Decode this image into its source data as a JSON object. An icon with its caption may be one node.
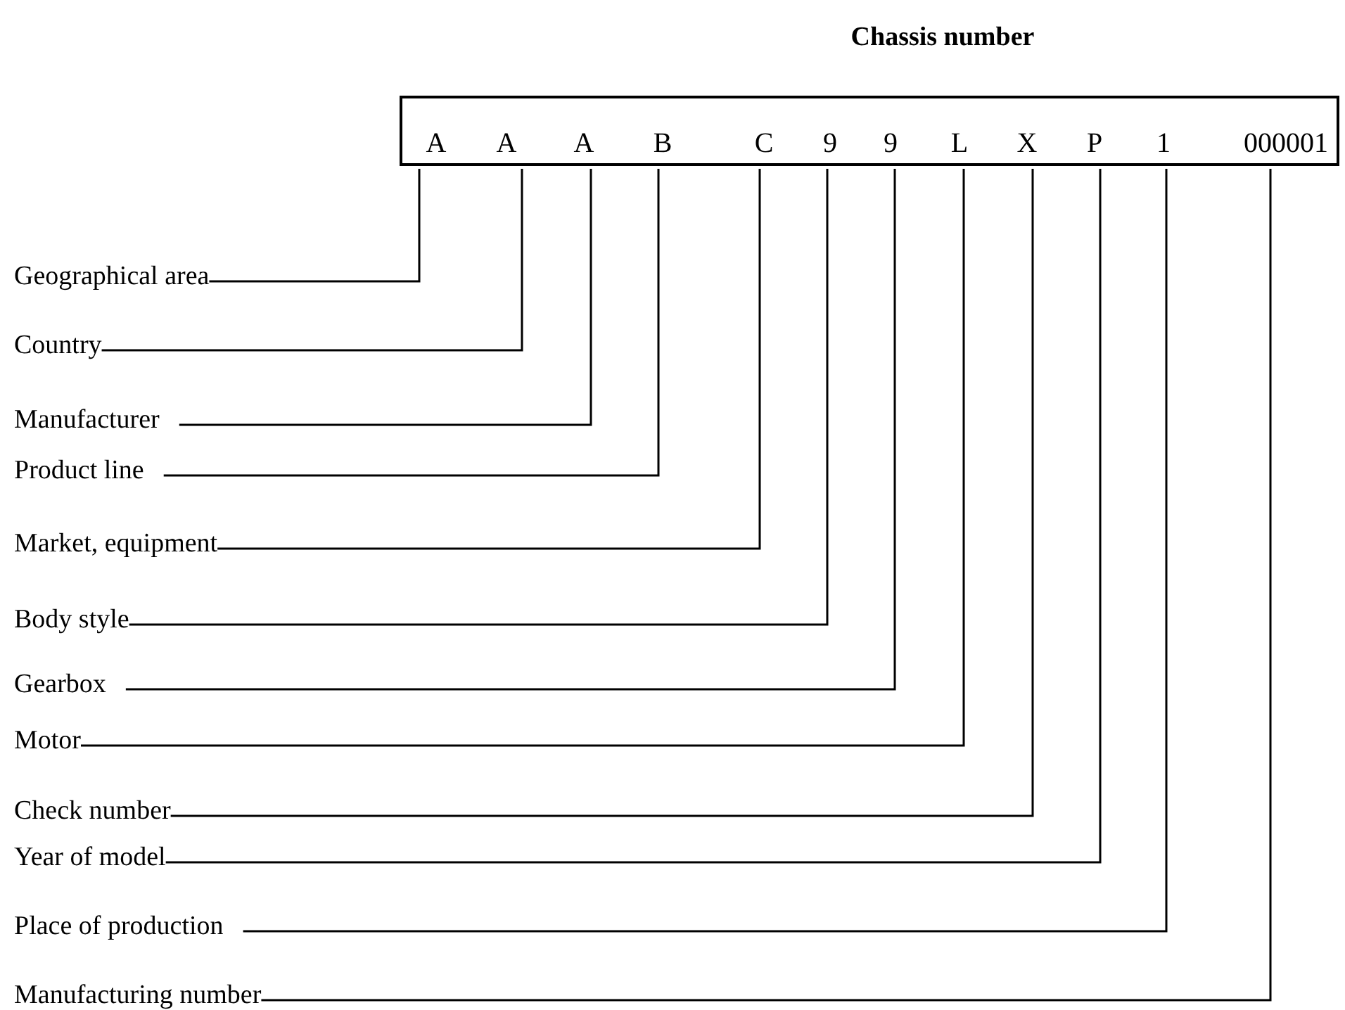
{
  "diagram": {
    "title": "Chassis number",
    "nodes": [
      {
        "text": [],
        "shape": "box"
      },
      {
        "text": [
          "A"
        ],
        "in": 0
      },
      {
        "text": [
          "A"
        ],
        "in": 0
      },
      {
        "text": [
          "A"
        ],
        "in": 0
      },
      {
        "text": [
          "B"
        ],
        "in": 0
      },
      {
        "text": [
          "C"
        ],
        "in": 0
      },
      {
        "text": [
          "9"
        ],
        "in": 0
      },
      {
        "text": [
          "9"
        ],
        "in": 0
      },
      {
        "text": [
          "L"
        ],
        "in": 0
      },
      {
        "text": [
          "X"
        ],
        "in": 0
      },
      {
        "text": [
          "P"
        ],
        "in": 0
      },
      {
        "text": [
          "1"
        ],
        "in": 0
      },
      {
        "text": [
          "000001"
        ],
        "in": 0
      },
      {
        "text": [
          "Geographical area"
        ]
      },
      {
        "text": [
          "Country"
        ]
      },
      {
        "text": [
          "Manufacturer"
        ]
      },
      {
        "text": [
          "Product line"
        ]
      },
      {
        "text": [
          "Market, equipment"
        ]
      },
      {
        "text": [
          "Body style"
        ]
      },
      {
        "text": [
          "Gearbox"
        ]
      },
      {
        "text": [
          "Motor"
        ]
      },
      {
        "text": [
          "Check number"
        ]
      },
      {
        "text": [
          "Year of model"
        ]
      },
      {
        "text": [
          "Place of production"
        ]
      },
      {
        "text": [
          "Manufacturing number"
        ]
      }
    ],
    "edges": [
      {
        "from": 13,
        "to": 1,
        "arrow": "none"
      },
      {
        "from": 14,
        "to": 2,
        "arrow": "none"
      },
      {
        "from": 15,
        "to": 3,
        "arrow": "none"
      },
      {
        "from": 16,
        "to": 4,
        "arrow": "none"
      },
      {
        "from": 17,
        "to": 5,
        "arrow": "none"
      },
      {
        "from": 18,
        "to": 6,
        "arrow": "none"
      },
      {
        "from": 19,
        "to": 7,
        "arrow": "none"
      },
      {
        "from": 20,
        "to": 8,
        "arrow": "none"
      },
      {
        "from": 21,
        "to": 9,
        "arrow": "none"
      },
      {
        "from": 22,
        "to": 10,
        "arrow": "none"
      },
      {
        "from": 23,
        "to": 11,
        "arrow": "none"
      },
      {
        "from": 24,
        "to": 12,
        "arrow": "none"
      }
    ]
  }
}
